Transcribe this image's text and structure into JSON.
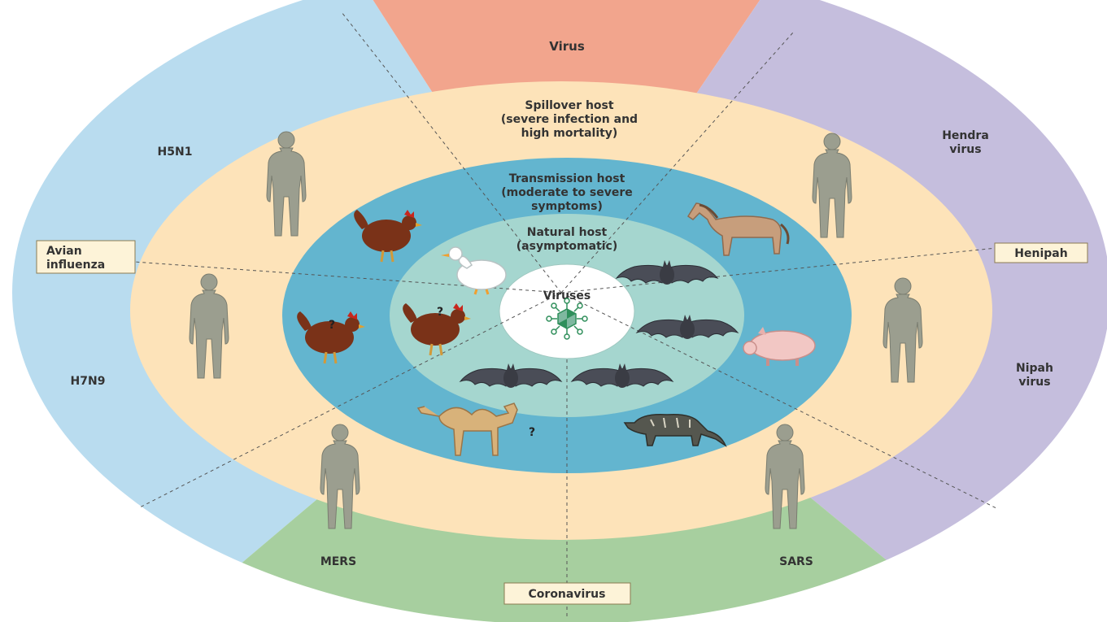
{
  "outer_ring_title": "Virus",
  "rings": {
    "spillover": [
      "Spillover host",
      "(severe infection and",
      "high mortality)"
    ],
    "transmission": [
      "Transmission host",
      "(moderate to severe",
      "symptoms)"
    ],
    "natural": [
      "Natural host",
      "(asymptomatic)"
    ],
    "center": "Viruses"
  },
  "virus_families": [
    {
      "name": "Avian influenza",
      "lines": [
        "Avian",
        "influenza"
      ],
      "color": "#b9dcef",
      "viruses": [
        "H5N1",
        "H7N9"
      ]
    },
    {
      "name": "Henipah",
      "lines": [
        "Henipah"
      ],
      "color": "#c5bedd",
      "viruses": [
        "Hendra virus",
        "Nipah virus"
      ]
    },
    {
      "name": "Coronavirus",
      "lines": [
        "Coronavirus"
      ],
      "color": "#a7cf9f",
      "viruses": [
        "MERS",
        "SARS"
      ]
    }
  ],
  "virus_labels": {
    "h5n1": "H5N1",
    "h7n9": "H7N9",
    "hendra": [
      "Hendra",
      "virus"
    ],
    "nipah": [
      "Nipah",
      "virus"
    ],
    "mers": "MERS",
    "sars": "SARS"
  },
  "uncertain_marker": "?",
  "colors": {
    "virus_top": "#f2a58d",
    "spillover_ring": "#fde3b9",
    "transmission_ring": "#63b5cf",
    "natural_ring": "#a5d6cf",
    "center": "#ffffff"
  },
  "icons": {
    "humans": [
      "human-figure-icon",
      "human-figure-icon",
      "human-figure-icon",
      "human-figure-icon",
      "human-figure-icon",
      "human-figure-icon"
    ],
    "animals": [
      "chicken-icon",
      "duck-icon",
      "horse-icon",
      "bat-icon",
      "pig-icon",
      "camel-icon",
      "civet-icon",
      "virus-particle-icon"
    ]
  }
}
